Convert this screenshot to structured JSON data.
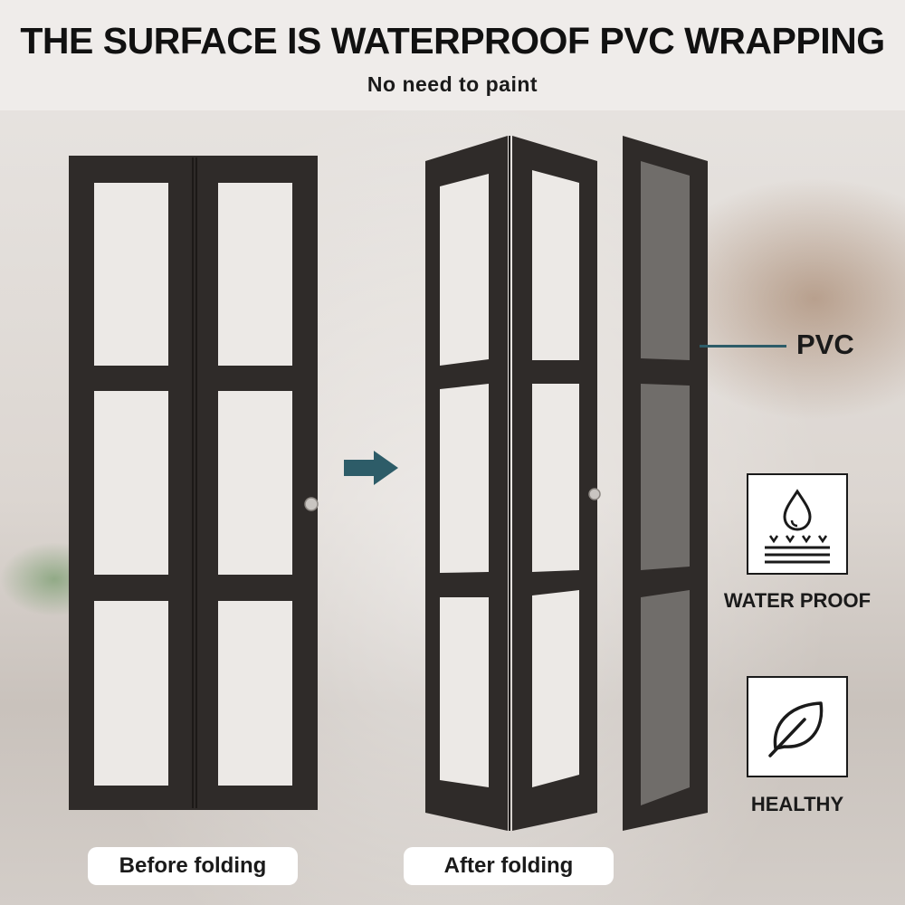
{
  "header": {
    "title": "THE SURFACE IS WATERPROOF PVC WRAPPING",
    "subtitle": "No need to paint"
  },
  "callout": {
    "label": "PVC"
  },
  "features": [
    {
      "label": "WATER PROOF",
      "icon": "waterproof-icon"
    },
    {
      "label": "HEALTHY",
      "icon": "leaf-icon"
    }
  ],
  "captions": {
    "before": "Before folding",
    "after": "After folding"
  },
  "colors": {
    "door_frame": "#2f2b29",
    "glass": "#ece9e6",
    "arrow": "#2d5c68"
  }
}
